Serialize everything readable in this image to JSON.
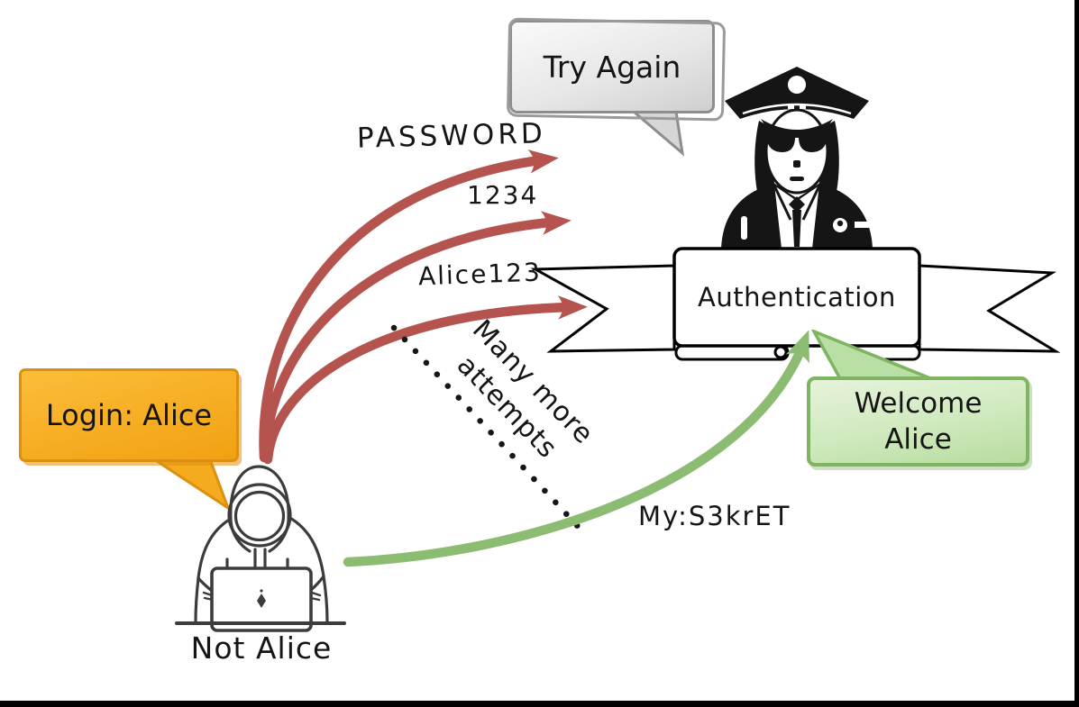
{
  "scene": {
    "attacker": {
      "name": "Not Alice",
      "icon": "hooded-hacker-at-laptop-icon"
    },
    "gatekeeper": {
      "banner_label": "Authentication",
      "icon": "police-officer-icon"
    },
    "speech_bubbles": {
      "login": "Login: Alice",
      "try_again": "Try Again",
      "welcome_line1": "Welcome",
      "welcome_line2": "Alice"
    },
    "attempts": {
      "failed": [
        "PASSWORD",
        "1234",
        "Alice123"
      ],
      "note_line1": "Many more",
      "note_line2": "attempts",
      "successful": "My:S3krET"
    },
    "colors": {
      "failed_arrow": "#b5534e",
      "success_arrow": "#8cbc72",
      "login_bubble_fill": "#f6ac21",
      "welcome_bubble_fill": "#cfe9bd",
      "try_again_bubble_fill": "#e7e7e7",
      "ink": "#151515"
    }
  }
}
